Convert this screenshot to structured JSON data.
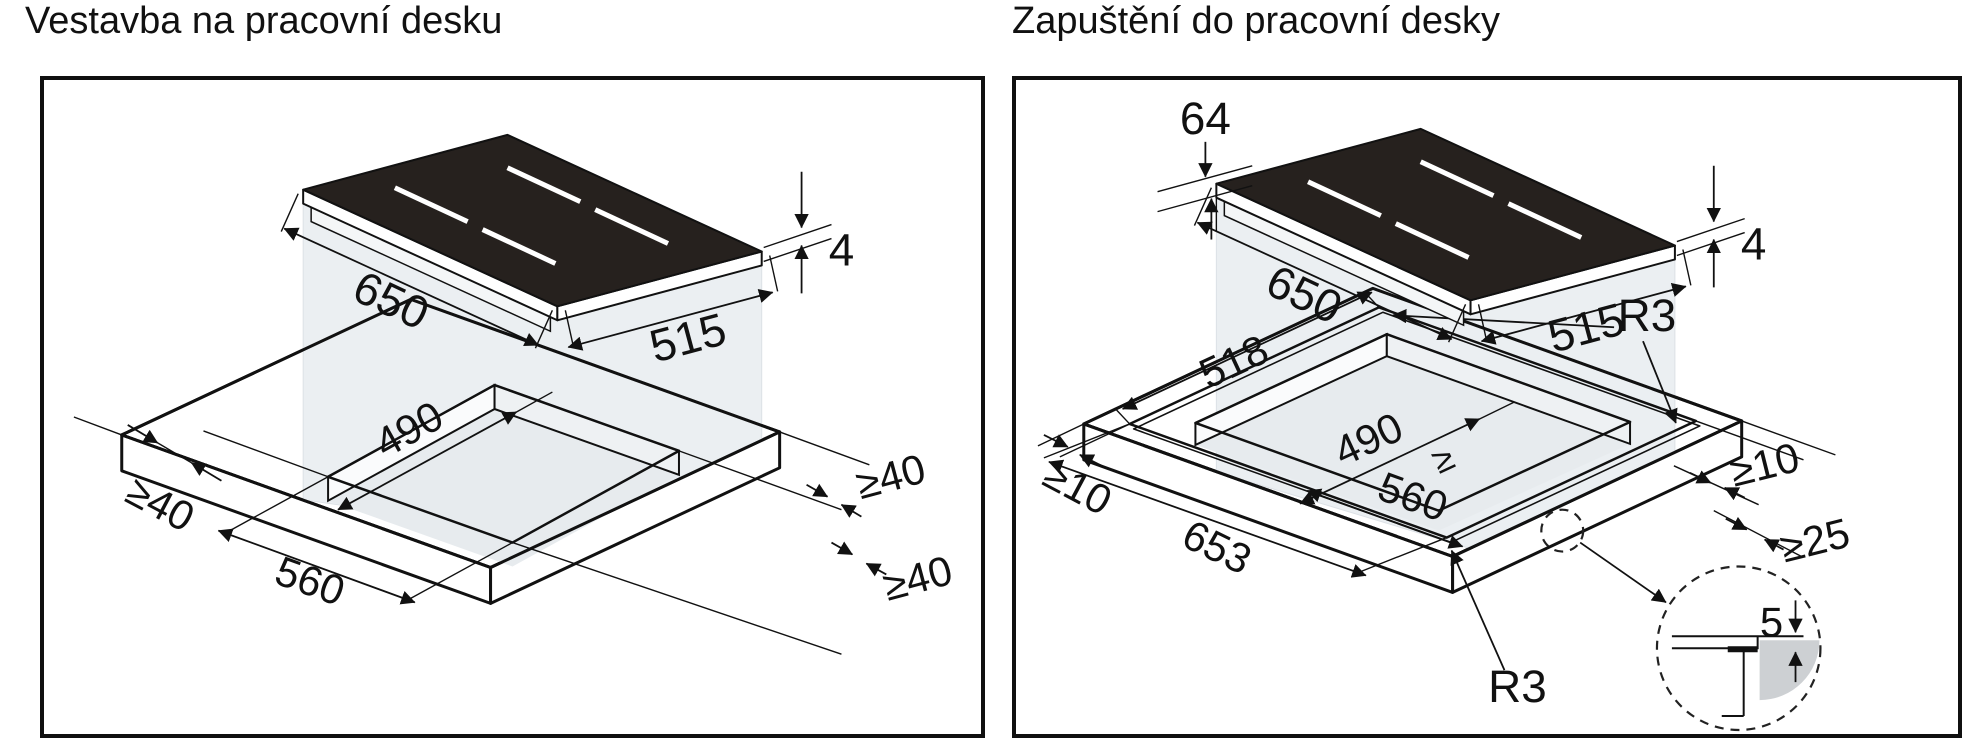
{
  "colors": {
    "ink": "#111111",
    "glass": "#26211e",
    "shadow": "#dfe5ea",
    "detail_gray": "#cdd0d3"
  },
  "panels": [
    {
      "id": "surface-mount",
      "title": "Vestavba na pracovní desku",
      "dims": {
        "glass_width": "650",
        "glass_depth": "515",
        "glass_thickness": "4",
        "cutout_depth": "490",
        "cutout_width": "560",
        "clearance_left": "≥40",
        "clearance_back_right": "≥40",
        "clearance_front_right": "≥40"
      }
    },
    {
      "id": "flush-mount",
      "title": "Zapuštění do pracovní desky",
      "dims": {
        "body_height": "64",
        "glass_width": "650",
        "glass_depth": "515",
        "glass_thickness": "4",
        "recess_depth": "518",
        "recess_width": "653",
        "cutout_depth": "490",
        "cutout_min_mark": "≥",
        "cutout_width": "560",
        "corner_radius_back": "R3",
        "corner_radius_front": "R3",
        "clearance_left": "≥10",
        "clearance_back_right": "≥10",
        "clearance_front_right": "≥25",
        "recess_step_depth": "5"
      }
    }
  ]
}
